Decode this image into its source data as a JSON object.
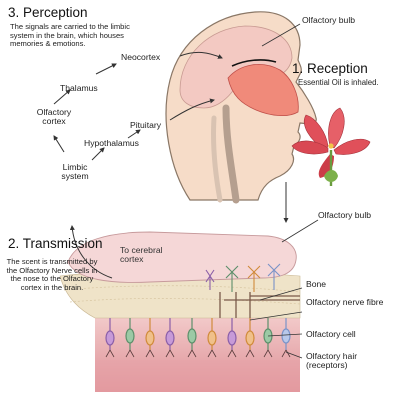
{
  "perception": {
    "title": "3. Perception",
    "desc": "The signals are carried to the limbic system in the brain, which houses memories & emotions."
  },
  "reception": {
    "title": "1. Reception",
    "desc": "Essential Oil is inhaled."
  },
  "transmission": {
    "title": "2. Transmission",
    "desc": "The scent is transmitted by the Olfactory Nerve cells in the nose to the Olfactory cortex in the brain."
  },
  "chain": {
    "neocortex": "Neocortex",
    "thalamus": "Thalamus",
    "olfactory_cortex": "Olfactory cortex",
    "hypothalamus": "Hypothalamus",
    "pituitary": "Pituitary",
    "limbic_system": "Limbic system"
  },
  "labels": {
    "olfactory_bulb_top": "Olfactory bulb",
    "olfactory_bulb_detail": "Olfactory bulb",
    "to_cerebral_cortex": "To cerebral cortex",
    "bone": "Bone",
    "olfactory_nerve_fibre": "Olfactory nerve fibre",
    "olfactory_cell": "Olfactory cell",
    "olfactory_hair": "Olfactory hair (receptors)"
  },
  "colors": {
    "skin": "#f6dcc8",
    "brain": "#f3c9c2",
    "nasal_cavity": "#f08a7a",
    "bulb_detail": "#f5d7d7",
    "bone_layer": "#efe3c8",
    "epithelium": "#e9a6aa",
    "flower": "#e0505a",
    "arrow": "#333333"
  }
}
